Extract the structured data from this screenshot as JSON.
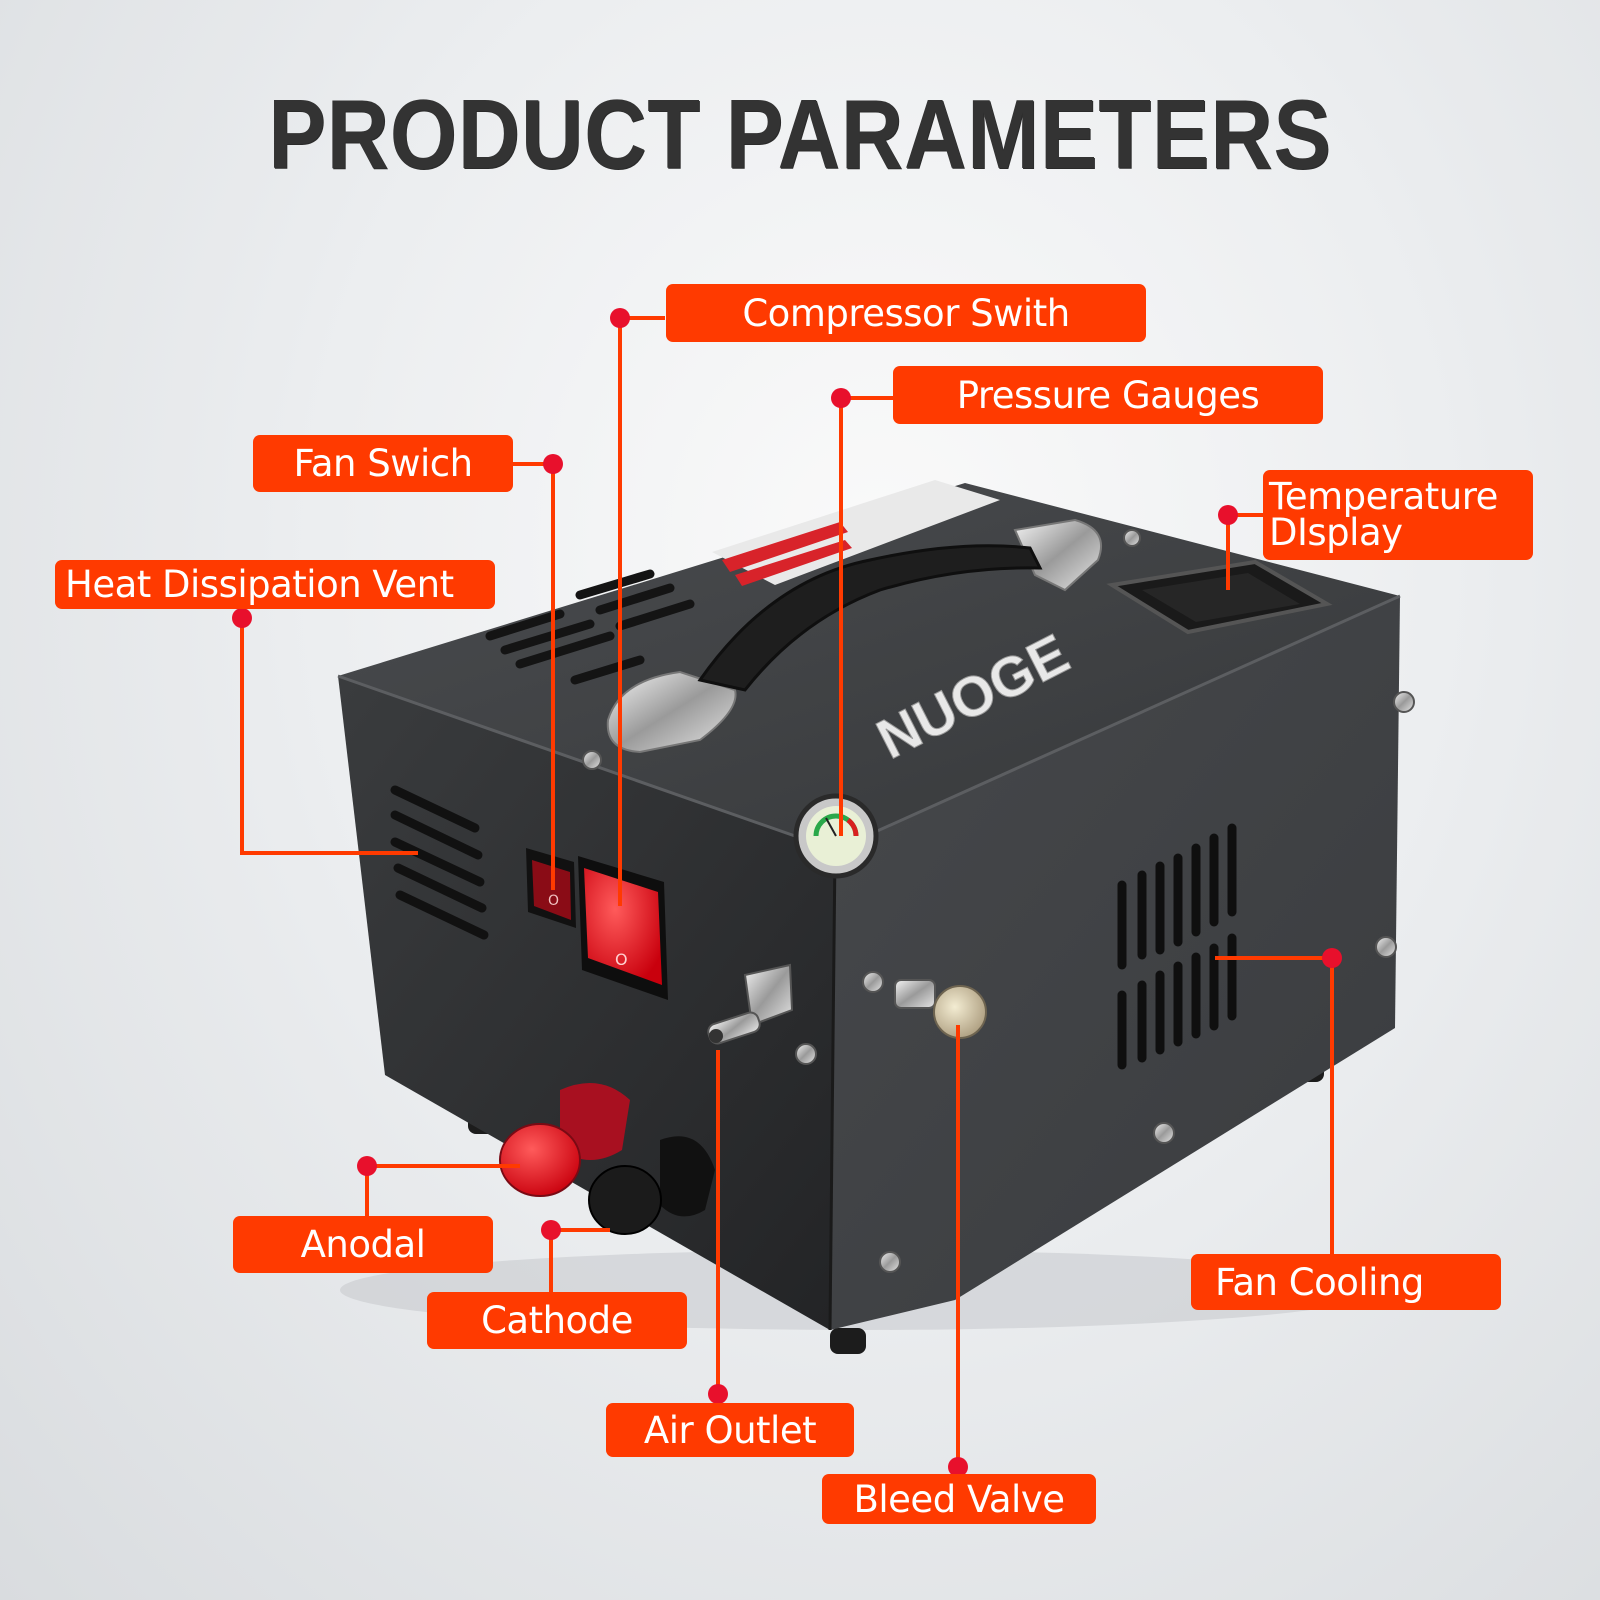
{
  "title": "PRODUCT PARAMETERS",
  "brand": "NUOGE",
  "colors": {
    "label_bg": "#ff3a00",
    "label_text": "#ffffff",
    "dot": "#e8102c",
    "leader_line": "#ff3a00",
    "title_text": "#333333",
    "body_dark": "#2f3133"
  },
  "labels": {
    "compressor_switch": "Compressor Swith",
    "pressure_gauges": "Pressure Gauges",
    "fan_switch": "Fan Swich",
    "temperature_display_line1": "Temperature",
    "temperature_display_line2": "DIsplay",
    "heat_dissipation_vent": "Heat Dissipation Vent",
    "anodal": "Anodal",
    "cathode": "Cathode",
    "air_outlet": "Air Outlet",
    "bleed_valve": "Bleed Valve",
    "fan_cooling": "Fan Cooling"
  },
  "switch_marks": [
    "O",
    "O"
  ]
}
